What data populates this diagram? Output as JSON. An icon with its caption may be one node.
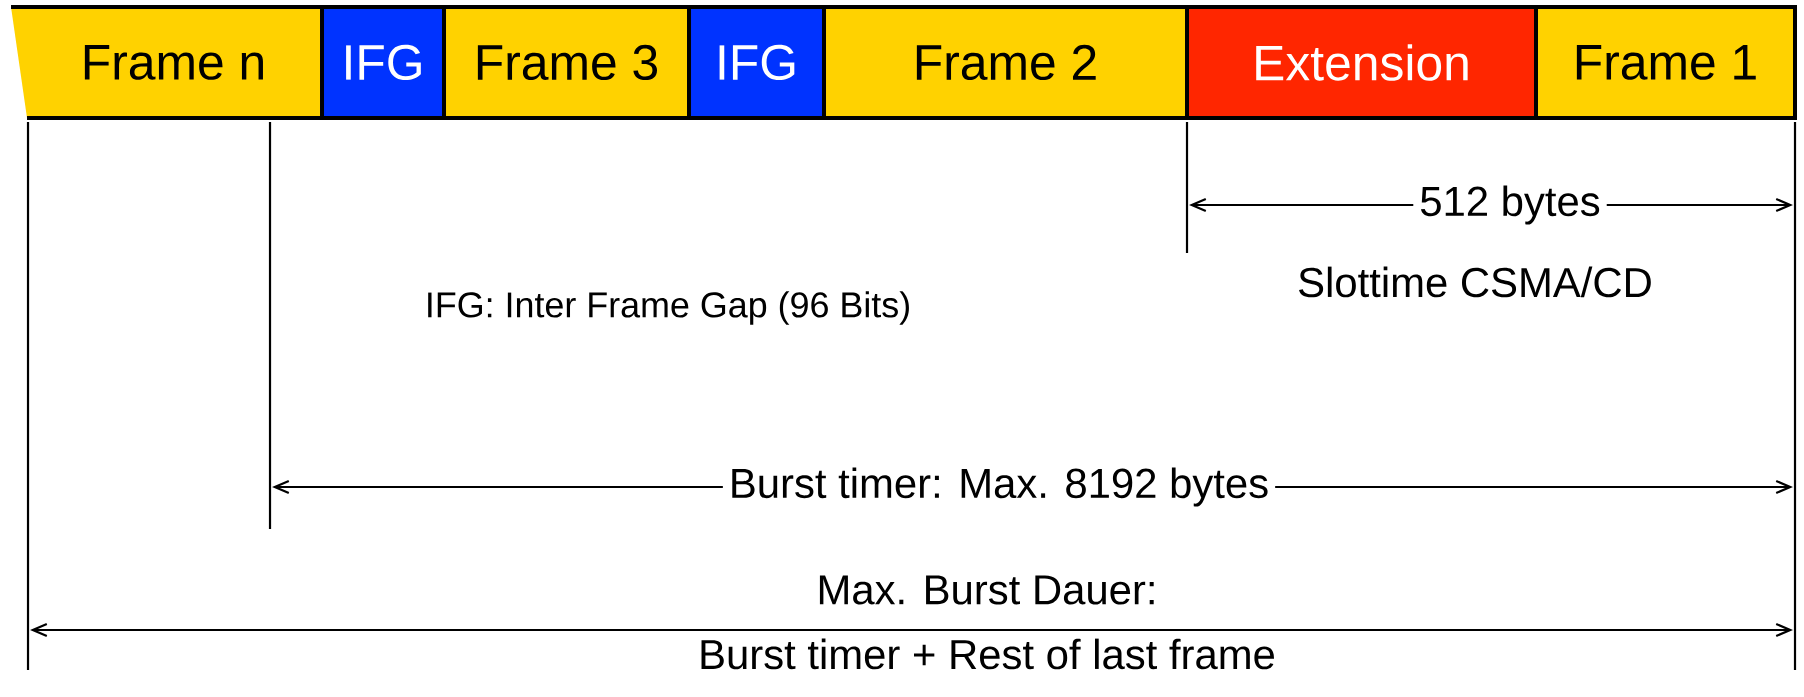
{
  "diagram": {
    "nodes": [
      {
        "text": [
          "Frame n"
        ]
      },
      {
        "text": [
          "IFG"
        ]
      },
      {
        "text": [
          "Frame 3"
        ]
      },
      {
        "text": [
          "IFG"
        ]
      },
      {
        "text": [
          "Frame 2"
        ]
      },
      {
        "text": [
          "Extension"
        ]
      },
      {
        "text": [
          "Frame 1"
        ]
      }
    ],
    "labels": [
      "512 bytes",
      "Slottime CSMA/CD",
      "IFG: Inter Frame Gap (96 Bits)",
      "Burst timer: Max. 8192 bytes",
      "Max. Burst Dauer:",
      "Burst timer + Rest of last frame"
    ]
  }
}
